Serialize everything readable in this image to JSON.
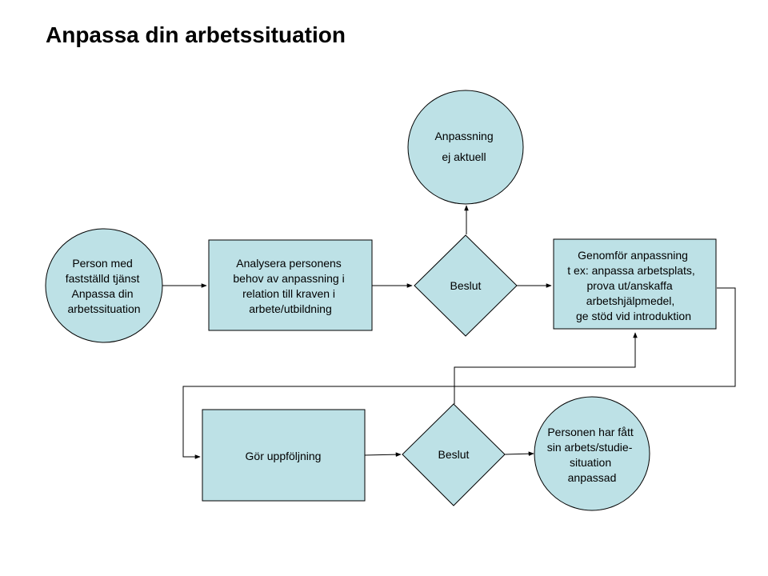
{
  "title": "Anpassa din arbetssituation",
  "colors": {
    "shape_fill": "#BDE1E6",
    "shape_stroke": "#000000",
    "connector": "#000000"
  },
  "nodes": {
    "start": [
      "Person med",
      "fastställd tjänst",
      "Anpassa din",
      "arbetssituation"
    ],
    "analyze": [
      "Analysera personens",
      "behov av anpassning i",
      "relation till kraven i",
      "arbete/utbildning"
    ],
    "decision1": [
      "Beslut"
    ],
    "not_applicable": [
      "Anpassning",
      "ej aktuell"
    ],
    "implement": [
      "Genomför anpassning",
      "t ex: anpassa arbetsplats,",
      "prova ut/anskaffa",
      "arbetshjälpmedel,",
      "ge stöd vid introduktion"
    ],
    "follow_up": [
      "Gör uppföljning"
    ],
    "decision2": [
      "Beslut"
    ],
    "end": [
      "Personen har fått",
      "sin arbets/studie-",
      "situation",
      "anpassad"
    ]
  }
}
